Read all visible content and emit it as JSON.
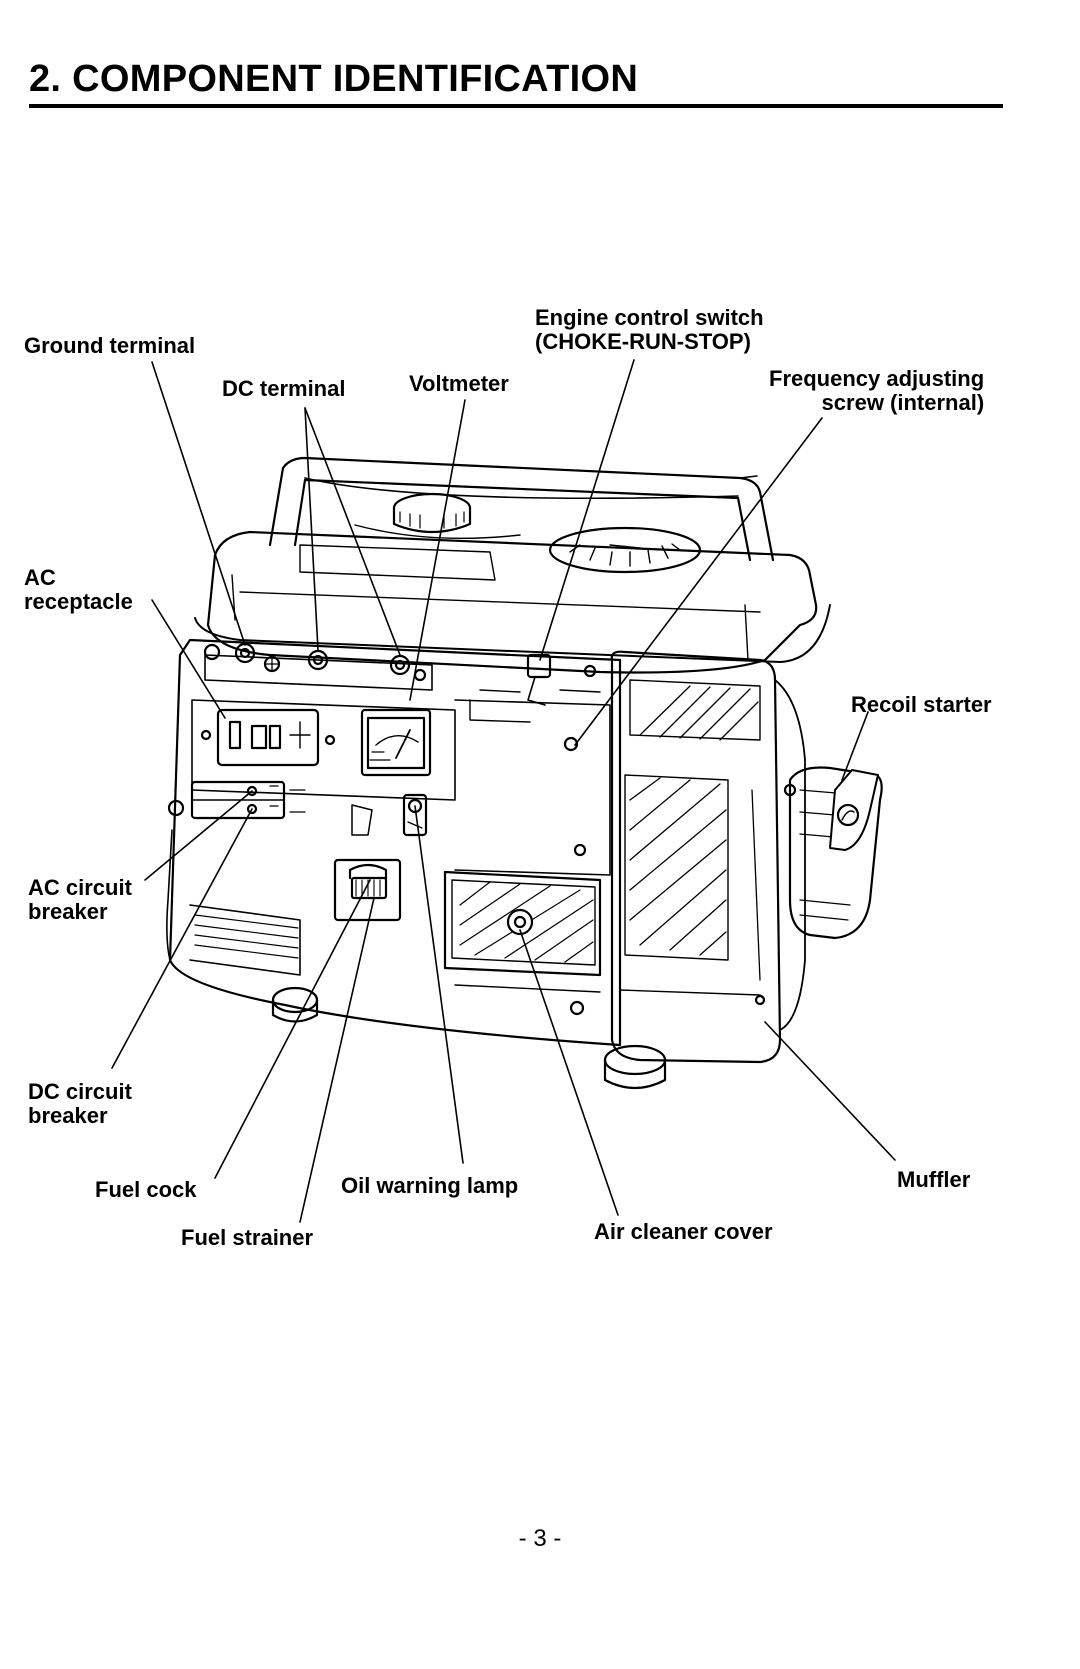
{
  "section_title": "2. COMPONENT IDENTIFICATION",
  "labels": {
    "ground_terminal": [
      "Ground terminal"
    ],
    "dc_terminal": [
      "DC terminal"
    ],
    "voltmeter": [
      "Voltmeter"
    ],
    "engine_control_switch": [
      "Engine control switch",
      "(CHOKE-RUN-STOP)"
    ],
    "frequency_adjusting_screw": [
      "Frequency adjusting",
      "screw (internal)"
    ],
    "ac_receptacle": [
      "AC",
      "receptacle"
    ],
    "recoil_starter": [
      "Recoil starter"
    ],
    "ac_circuit_breaker": [
      "AC circuit",
      "breaker"
    ],
    "dc_circuit_breaker": [
      "DC circuit",
      "breaker"
    ],
    "fuel_cock": [
      "Fuel cock"
    ],
    "oil_warning_lamp": [
      "Oil warning lamp"
    ],
    "muffler": [
      "Muffler"
    ],
    "fuel_strainer": [
      "Fuel strainer"
    ],
    "air_cleaner_cover": [
      "Air cleaner cover"
    ]
  },
  "page_number": "- 3 -"
}
